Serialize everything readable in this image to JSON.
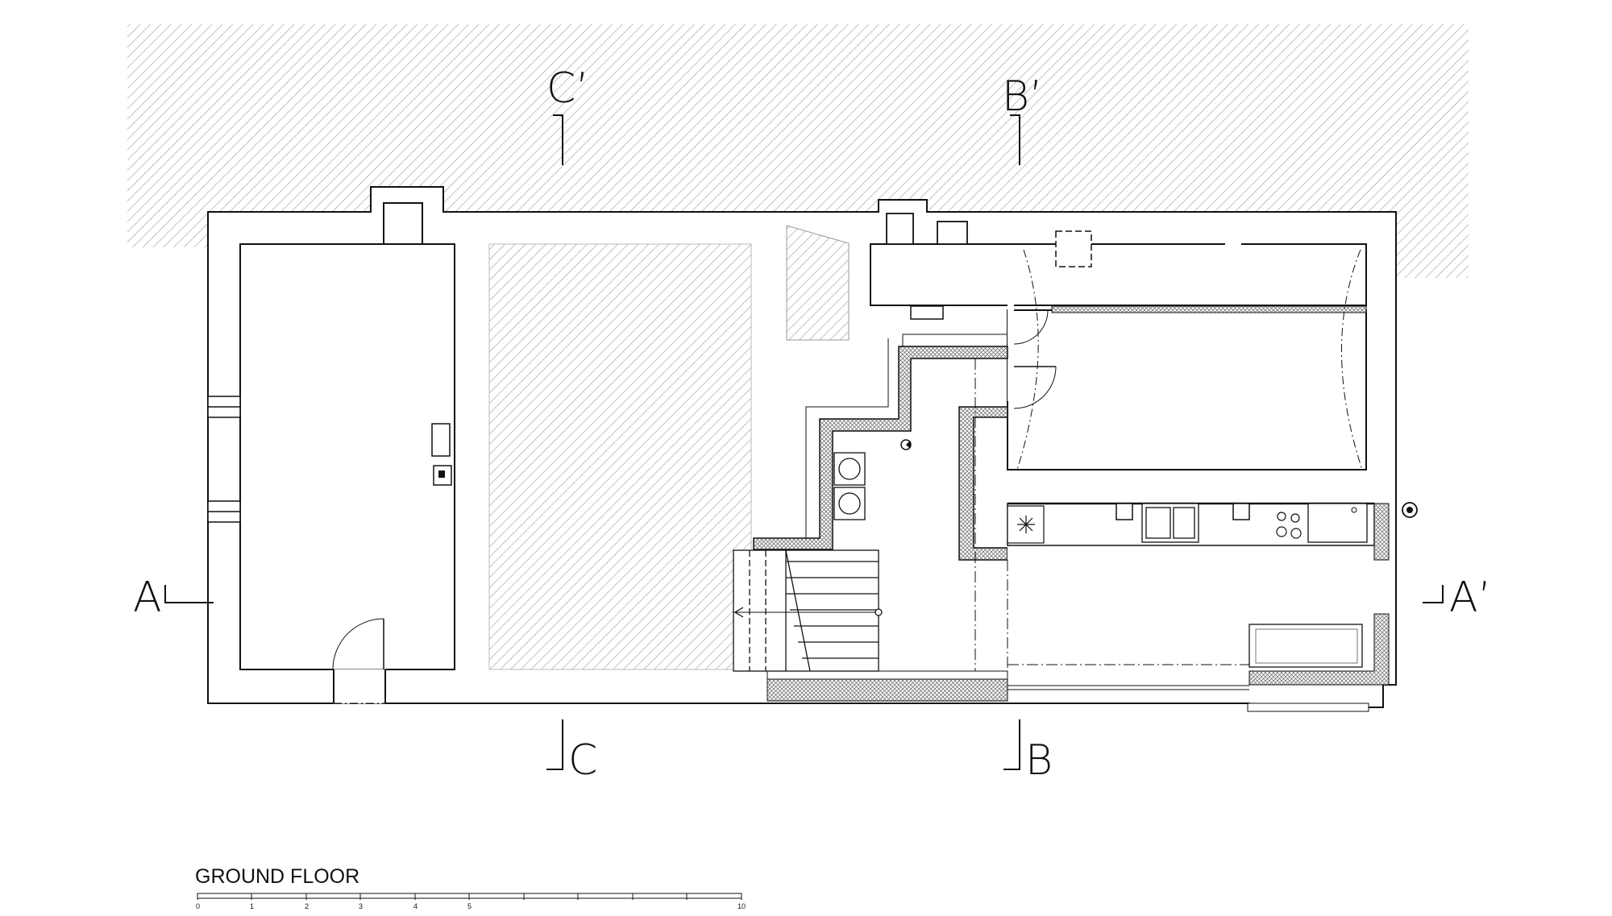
{
  "title": "GROUND FLOOR",
  "sections": {
    "a": "A",
    "a_prime": "A’",
    "b": "B",
    "b_prime": "B’",
    "c": "C",
    "c_prime": "C’"
  },
  "scale": {
    "ticks": [
      "0",
      "1",
      "2",
      "3",
      "4",
      "5",
      "10"
    ]
  }
}
